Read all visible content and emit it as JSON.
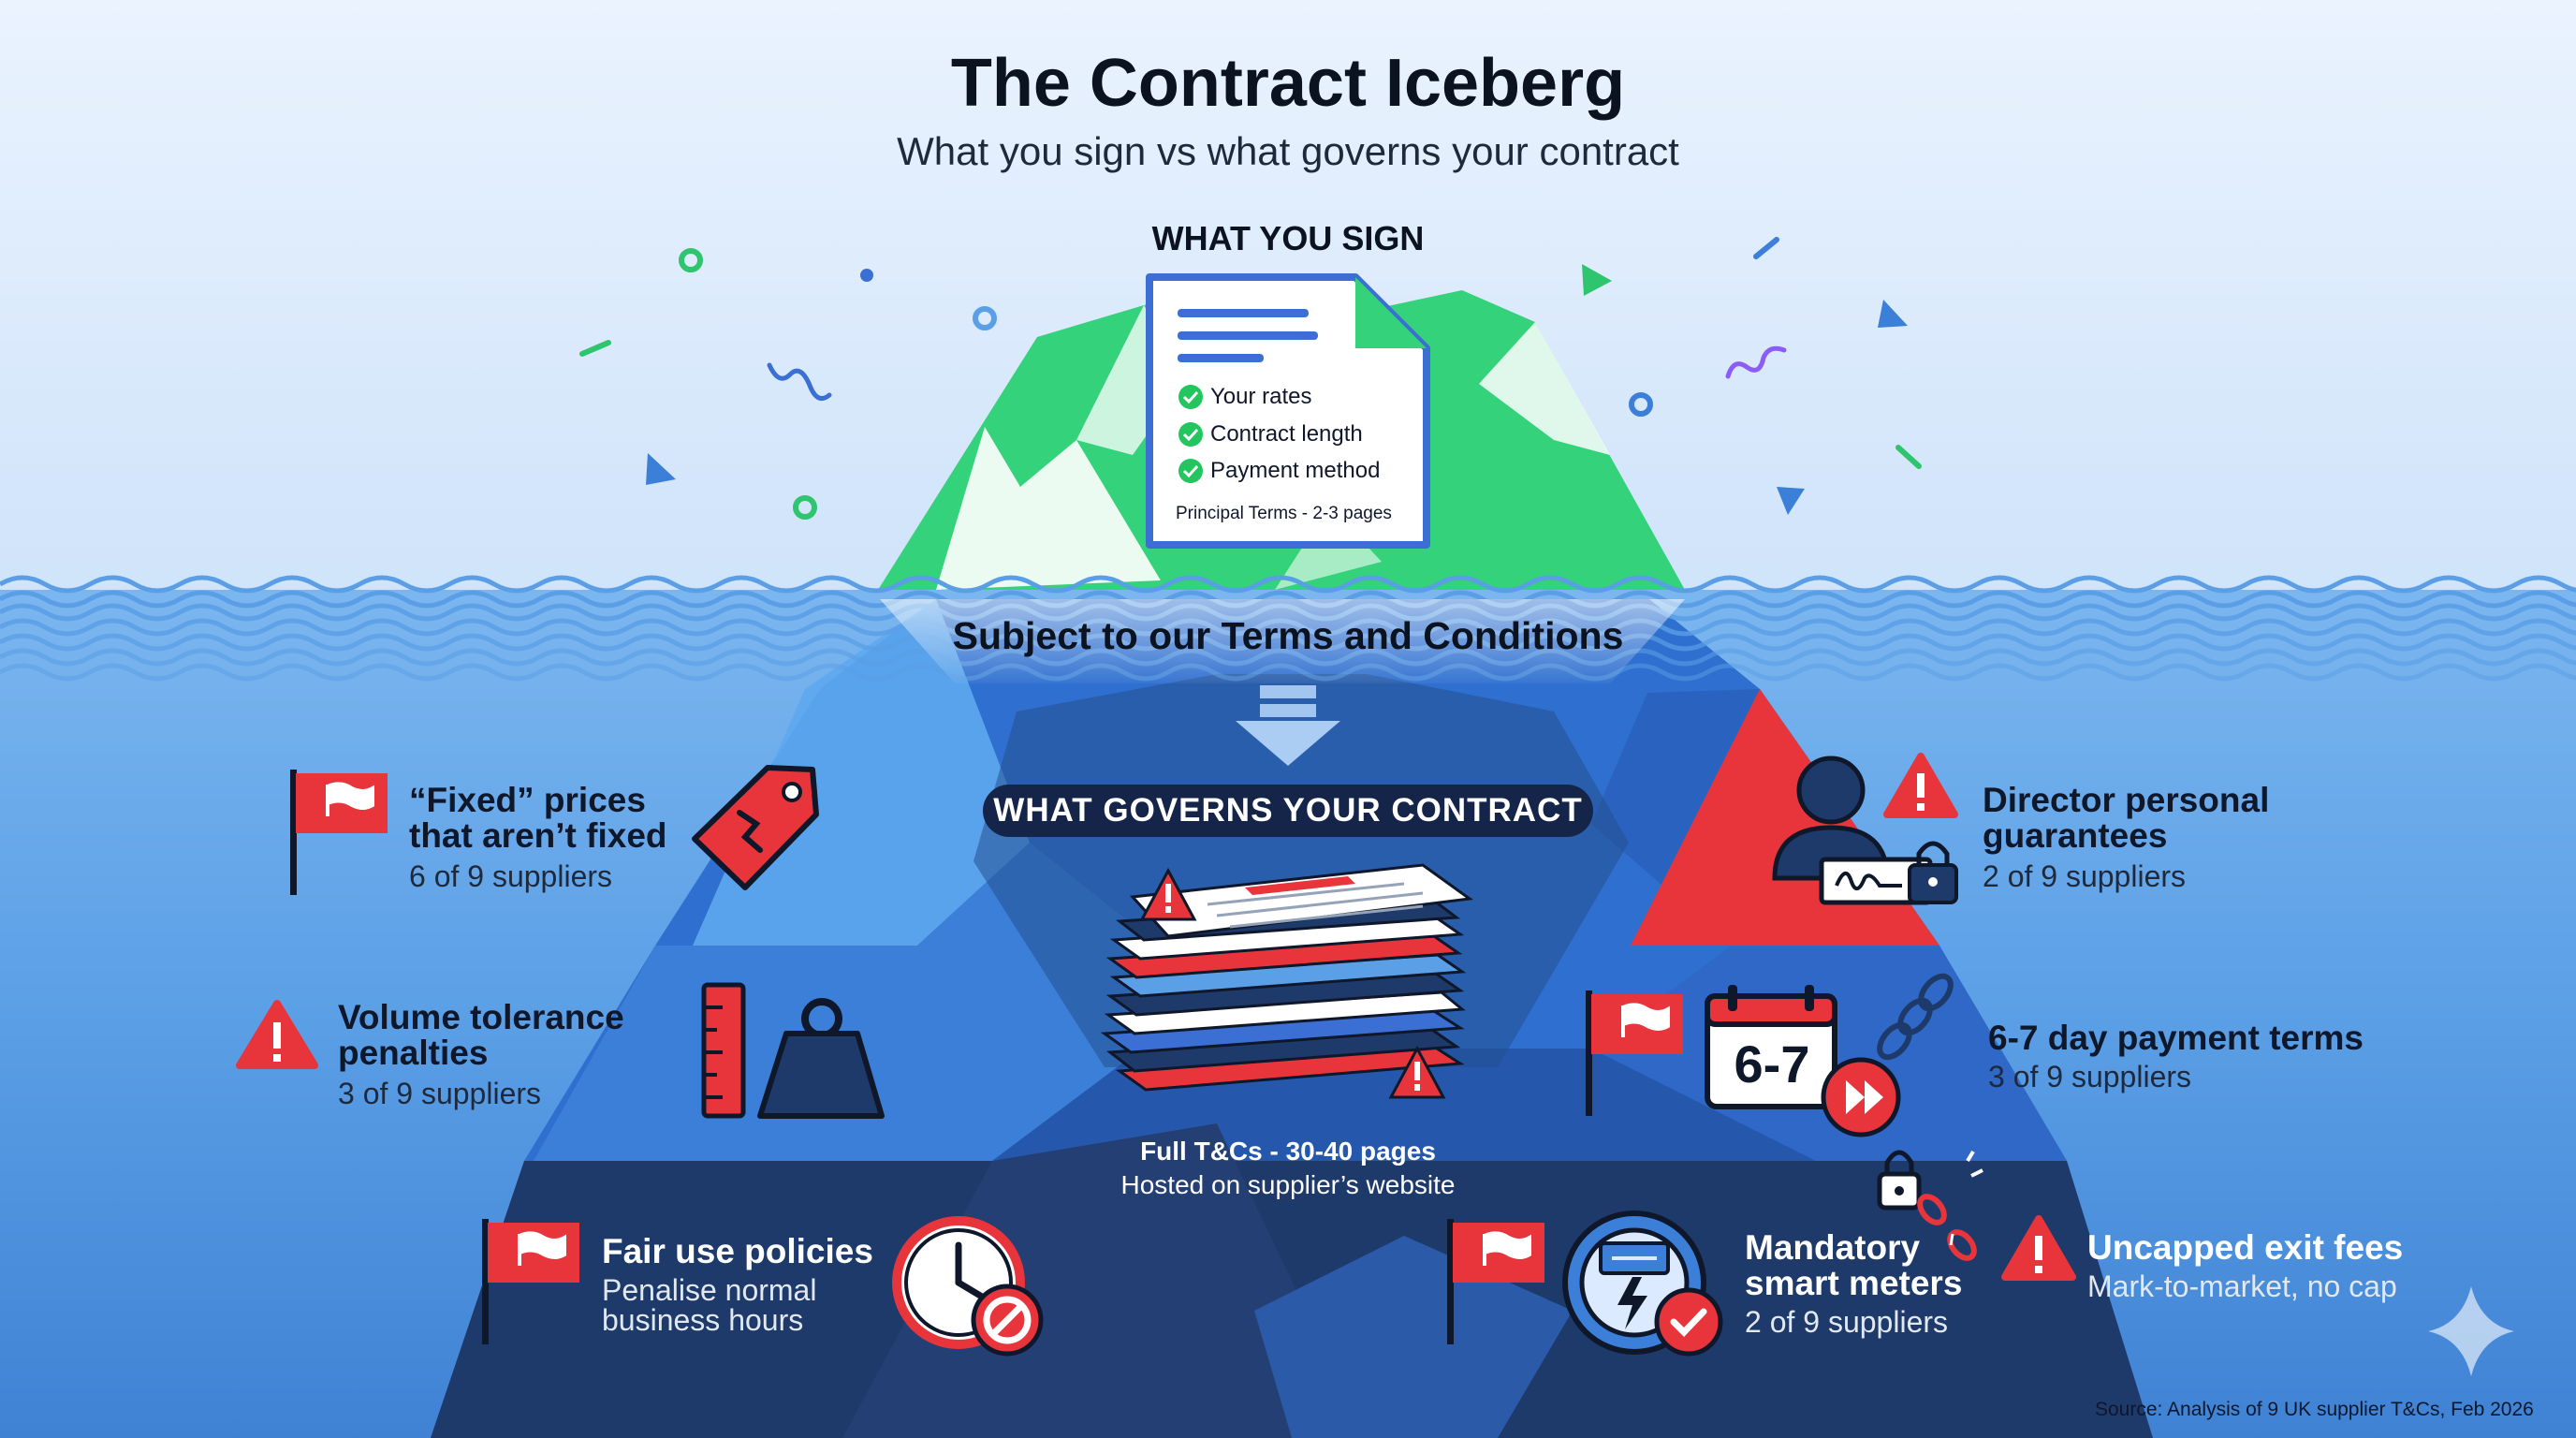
{
  "title": "The Contract Iceberg",
  "subtitle": "What you sign vs what governs your contract",
  "tip": {
    "heading": "WHAT YOU SIGN",
    "document_items": [
      "Your rates",
      "Contract length",
      "Payment method"
    ],
    "document_note": "Principal Terms - 2-3 pages"
  },
  "waterline_text": "Subject to our Terms and Conditions",
  "center": {
    "label": "WHAT GOVERNS YOUR CONTRACT",
    "caption": "Full T&Cs - 30-40 pages",
    "subcaption": "Hosted on supplier’s website"
  },
  "issues": [
    {
      "title_line1": "“Fixed” prices",
      "title_line2": "that aren’t fixed",
      "detail": "6 of 9 suppliers",
      "marker": "flag",
      "icon": "broken-price-tag-icon"
    },
    {
      "title_line1": "Volume tolerance",
      "title_line2": "penalties",
      "detail": "3 of 9 suppliers",
      "marker": "warning",
      "icon": "ruler-weight-icon"
    },
    {
      "title_line1": "Fair use policies",
      "detail_line1": "Penalise normal",
      "detail_line2": "business hours",
      "marker": "flag",
      "icon": "clock-prohibited-icon"
    },
    {
      "title_line1": "Director personal",
      "title_line2": "guarantees",
      "detail": "2 of 9 suppliers",
      "marker": "warning",
      "icon": "person-signature-lock-icon"
    },
    {
      "title_line1": "6-7 day payment terms",
      "detail": "3 of 9 suppliers",
      "marker": "flag",
      "icon": "calendar-chain-icon",
      "calendar_text": "6-7"
    },
    {
      "title_line1": "Mandatory",
      "title_line2": "smart meters",
      "detail": "2 of 9 suppliers",
      "marker": "flag",
      "icon": "smart-meter-icon"
    },
    {
      "title_line1": "Uncapped exit fees",
      "detail": "Mark-to-market, no cap",
      "marker": "warning",
      "icon": "broken-chain-lock-icon"
    }
  ],
  "source": "Source: Analysis of 9 UK supplier T&Cs, Feb 2026",
  "colors": {
    "sky": "#dbeafc",
    "water_light": "#5ea4ea",
    "water_deep": "#1e3a6b",
    "tip_green": "#34d27b",
    "alert_red": "#e8353b",
    "navy": "#15254a"
  }
}
